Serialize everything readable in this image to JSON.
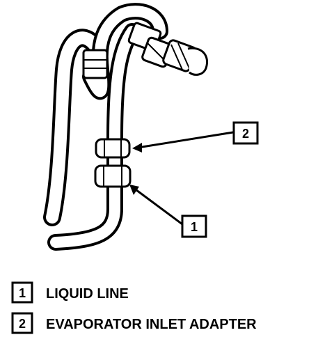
{
  "callouts": [
    {
      "number": "1",
      "label": "LIQUID LINE"
    },
    {
      "number": "2",
      "label": "EVAPORATOR INLET ADAPTER"
    }
  ],
  "colors": {
    "ink": "#000000",
    "paper": "#ffffff"
  }
}
